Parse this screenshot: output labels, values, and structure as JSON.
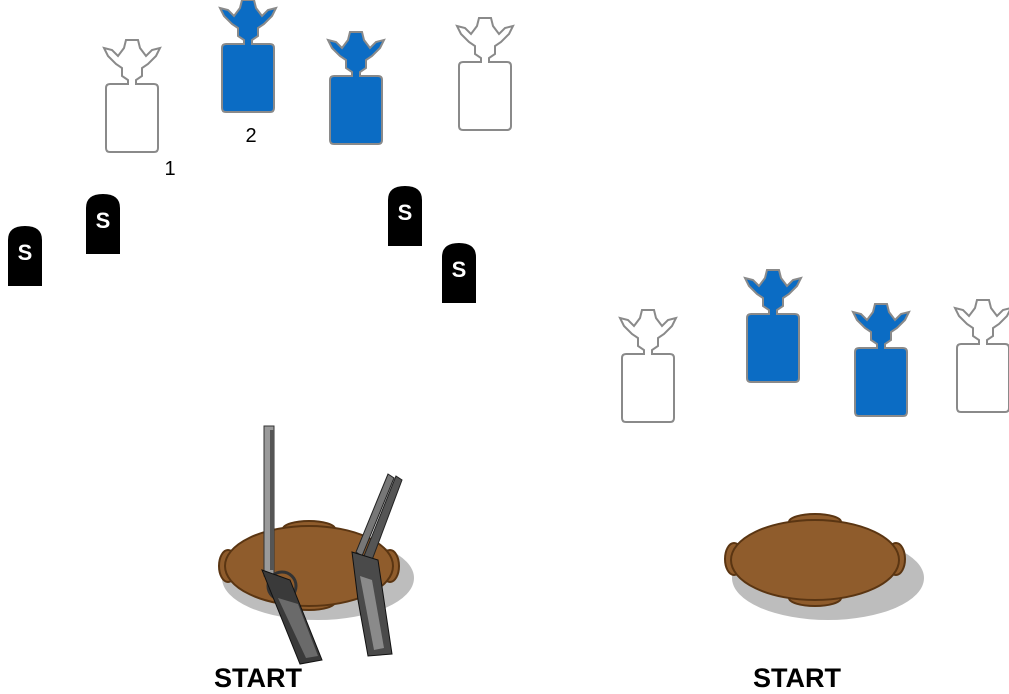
{
  "colors": {
    "target_blue": "#0b6cc4",
    "target_outline": "#8a8a8a",
    "table_brown": "#8f5c2c",
    "table_edge": "#5a3512",
    "shadow": "#bdbdbd",
    "plate_black": "#000000",
    "plate_letter": "#ffffff"
  },
  "stages": [
    {
      "start_label": "START",
      "target_numbers": [
        "1",
        "2"
      ],
      "steel_plate_letter": "S",
      "firearms": [
        "rifle",
        "shotgun"
      ]
    },
    {
      "start_label": "START"
    }
  ]
}
